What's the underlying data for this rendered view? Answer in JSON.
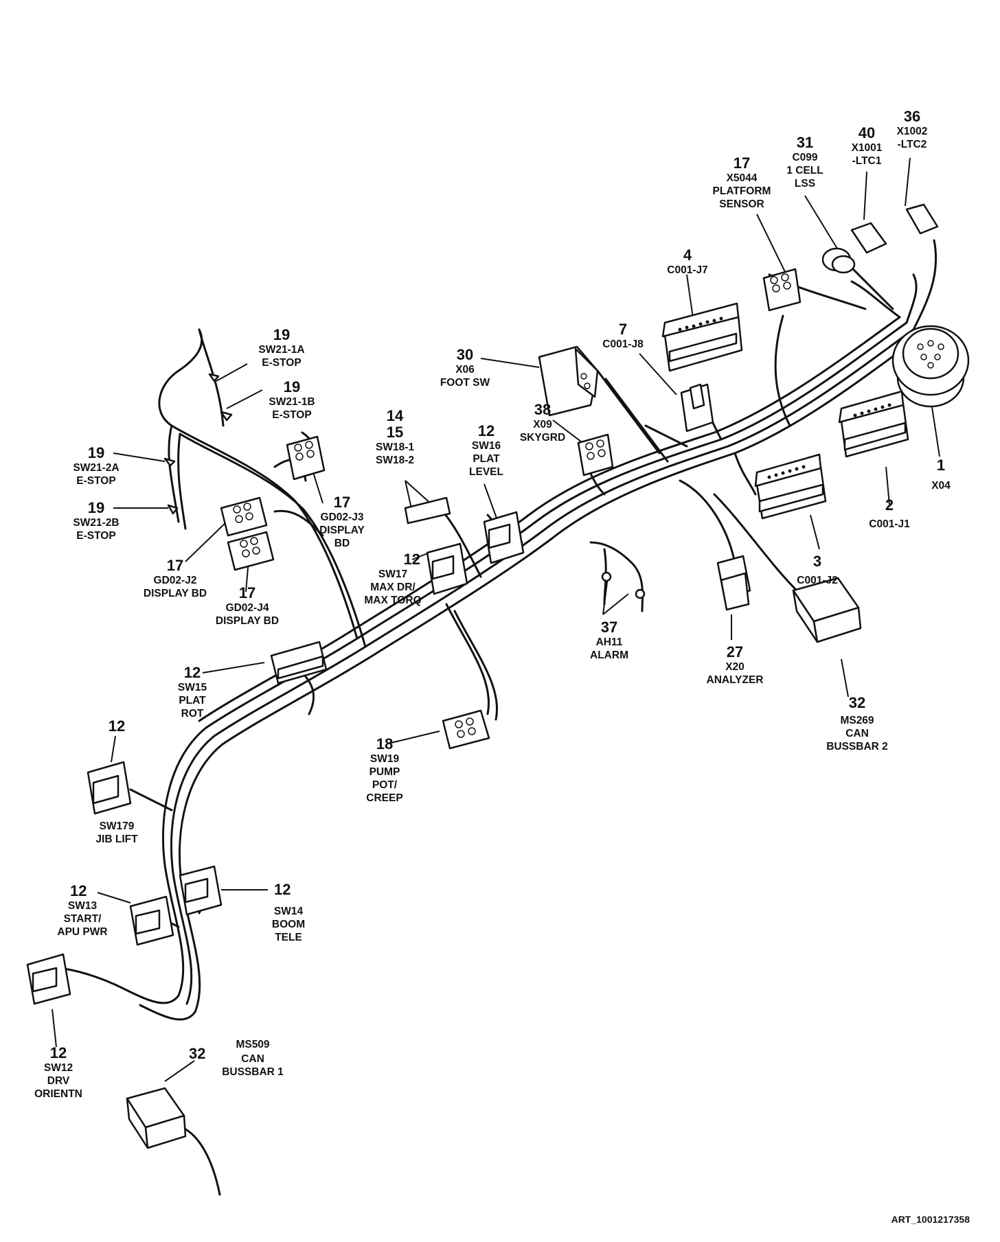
{
  "art_id": "ART_1001217358",
  "callouts": [
    {
      "id": "c36",
      "number": "36",
      "lines": [
        "X1002",
        "-LTC2"
      ]
    },
    {
      "id": "c40",
      "number": "40",
      "lines": [
        "X1001",
        "-LTC1"
      ]
    },
    {
      "id": "c31",
      "number": "31",
      "lines": [
        "C099",
        "1 CELL",
        "LSS"
      ]
    },
    {
      "id": "c17a",
      "number": "17",
      "lines": [
        "X5044",
        "PLATFORM",
        "SENSOR"
      ]
    },
    {
      "id": "c4",
      "number": "4",
      "lines": [
        "C001-J7"
      ]
    },
    {
      "id": "c7",
      "number": "7",
      "lines": [
        "C001-J8"
      ]
    },
    {
      "id": "c30",
      "number": "30",
      "lines": [
        "X06",
        "FOOT SW"
      ]
    },
    {
      "id": "c38",
      "number": "38",
      "lines": [
        "X09",
        "SKYGRD"
      ]
    },
    {
      "id": "c12a",
      "number": "12",
      "lines": [
        "SW16",
        "PLAT",
        "LEVEL"
      ]
    },
    {
      "id": "c1415",
      "number": "14\n15",
      "lines": [
        "SW18-1",
        "SW18-2"
      ]
    },
    {
      "id": "c19a",
      "number": "19",
      "lines": [
        "SW21-1A",
        "E-STOP"
      ]
    },
    {
      "id": "c19b",
      "number": "19",
      "lines": [
        "SW21-1B",
        "E-STOP"
      ]
    },
    {
      "id": "c19c",
      "number": "19",
      "lines": [
        "SW21-2A",
        "E-STOP"
      ]
    },
    {
      "id": "c19d",
      "number": "19",
      "lines": [
        "SW21-2B",
        "E-STOP"
      ]
    },
    {
      "id": "c17b",
      "number": "17",
      "lines": [
        "GD02-J3",
        "DISPLAY",
        "BD"
      ]
    },
    {
      "id": "c17c",
      "number": "17",
      "lines": [
        "GD02-J2",
        "DISPLAY BD"
      ]
    },
    {
      "id": "c17d",
      "number": "17",
      "lines": [
        "GD02-J4",
        "DISPLAY BD"
      ]
    },
    {
      "id": "c12b",
      "number": "12",
      "lines": [
        "SW17",
        "MAX DR/",
        "MAX TORQ"
      ]
    },
    {
      "id": "c1",
      "number": "1",
      "lines": [
        "X04"
      ]
    },
    {
      "id": "c2",
      "number": "2",
      "lines": [
        "C001-J1"
      ]
    },
    {
      "id": "c3",
      "number": "3",
      "lines": [
        "C001-J2"
      ]
    },
    {
      "id": "c37",
      "number": "37",
      "lines": [
        "AH11",
        "ALARM"
      ]
    },
    {
      "id": "c27",
      "number": "27",
      "lines": [
        "X20",
        "ANALYZER"
      ]
    },
    {
      "id": "c32a",
      "number": "32",
      "lines": [
        "MS269",
        "CAN",
        "BUSSBAR 2"
      ]
    },
    {
      "id": "c12c",
      "number": "12",
      "lines": [
        "SW15",
        "PLAT",
        "ROT"
      ]
    },
    {
      "id": "c18",
      "number": "18",
      "lines": [
        "SW19",
        "PUMP",
        "POT/",
        "CREEP"
      ]
    },
    {
      "id": "c12d",
      "number": "12",
      "lines": [
        "SW179",
        "JIB LIFT"
      ]
    },
    {
      "id": "c12e",
      "number": "12",
      "lines": [
        "SW13",
        "START/",
        "APU PWR"
      ]
    },
    {
      "id": "c12f",
      "number": "12",
      "lines": [
        "SW14",
        "BOOM",
        "TELE"
      ]
    },
    {
      "id": "c12g",
      "number": "12",
      "lines": [
        "SW12",
        "DRV",
        "ORIENTN"
      ]
    },
    {
      "id": "c32b",
      "number": "32",
      "lines": [
        "MS509",
        "CAN",
        "BUSSBAR 1"
      ]
    }
  ]
}
